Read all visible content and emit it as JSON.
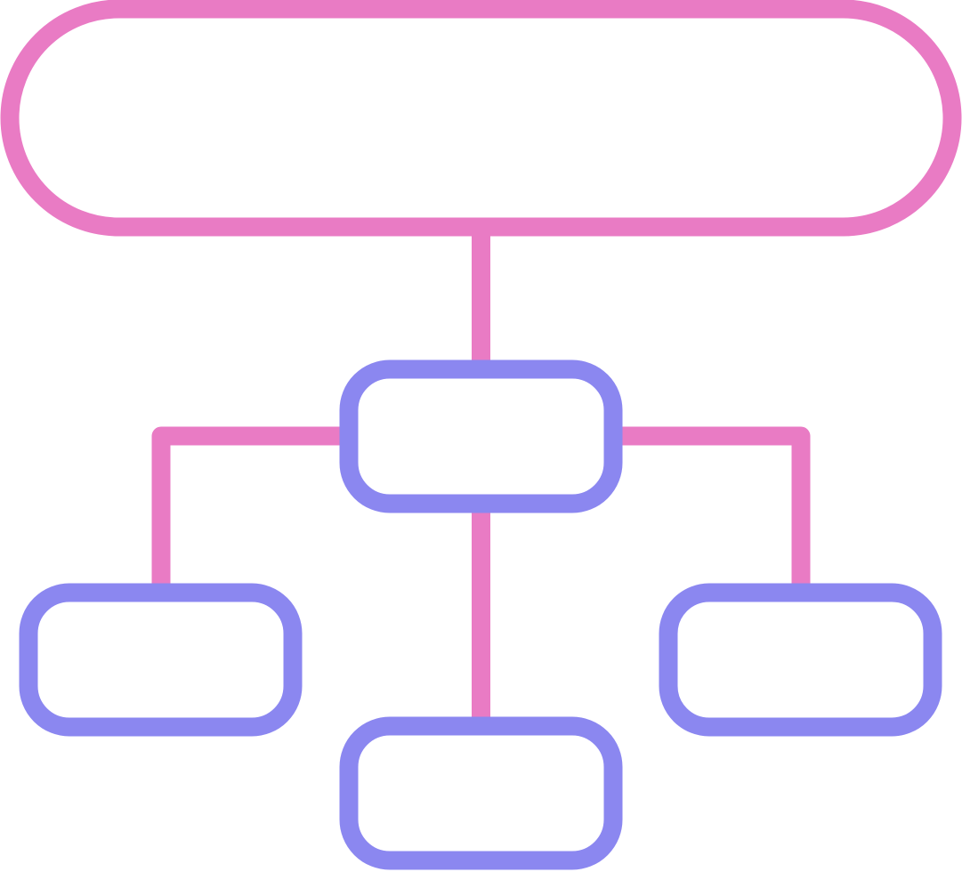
{
  "diagram": {
    "colors": {
      "pink": "#E97BC4",
      "purple": "#8B87F0",
      "background": "#FFFFFF"
    },
    "nodes": [
      {
        "id": "root",
        "shape": "pill",
        "color": "pink",
        "text": ""
      },
      {
        "id": "middle",
        "shape": "rounded-rect",
        "color": "purple",
        "text": ""
      },
      {
        "id": "left",
        "shape": "rounded-rect",
        "color": "purple",
        "text": ""
      },
      {
        "id": "center",
        "shape": "rounded-rect",
        "color": "purple",
        "text": ""
      },
      {
        "id": "right",
        "shape": "rounded-rect",
        "color": "purple",
        "text": ""
      }
    ],
    "edges": [
      {
        "from": "root",
        "to": "middle",
        "color": "pink"
      },
      {
        "from": "middle",
        "to": "left",
        "color": "pink"
      },
      {
        "from": "middle",
        "to": "center",
        "color": "pink"
      },
      {
        "from": "middle",
        "to": "right",
        "color": "pink"
      }
    ]
  }
}
